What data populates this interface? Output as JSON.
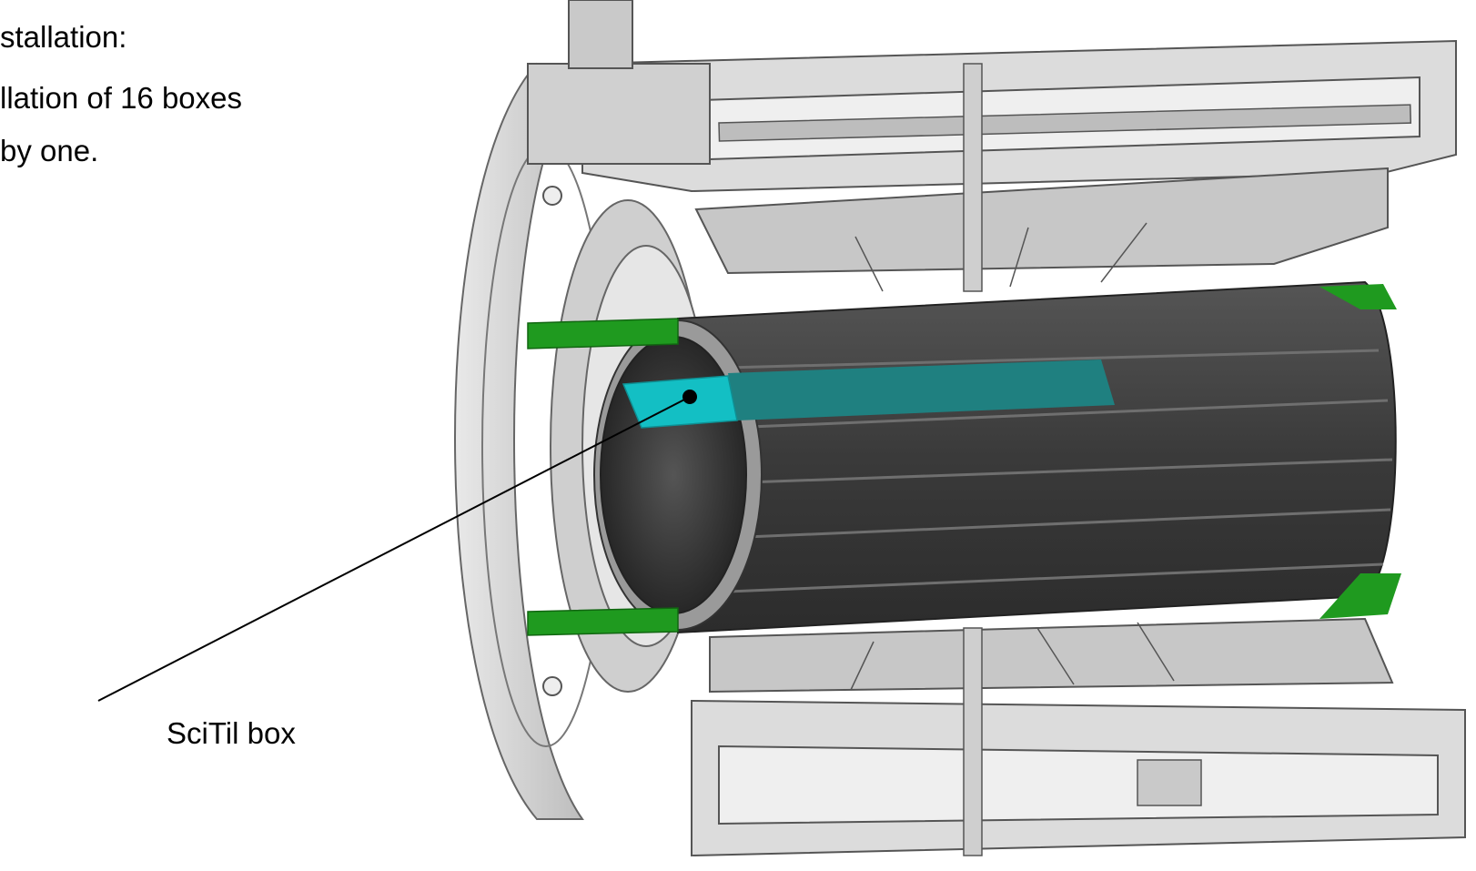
{
  "text": {
    "line1": "stallation:",
    "line2": "llation of 16 boxes",
    "line3": "by one.",
    "callout": "SciTil box"
  },
  "colors": {
    "green_rail": "#1f9a1f",
    "scitil_box": "#13bfc4",
    "scitil_box_dark": "#1f8080",
    "barrel": "#3b3b3b",
    "frame": "#d8d8d8"
  }
}
